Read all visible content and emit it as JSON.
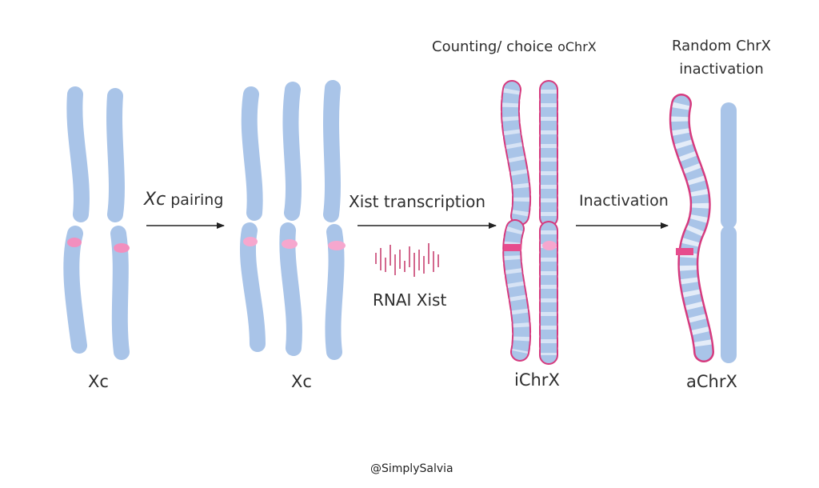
{
  "stage1": {
    "caption": "Xc"
  },
  "step1": {
    "label_italic": "Xc",
    "label_rest": " pairing"
  },
  "stage2": {
    "caption": "Xc"
  },
  "step2": {
    "label": "Xist transcription",
    "rnai_label": "RNAI Xist"
  },
  "stage3": {
    "heading_a": "Counting/ choice ",
    "heading_b": "oChrX",
    "caption": "iChrX"
  },
  "step3": {
    "label": "Inactivation"
  },
  "stage4": {
    "heading_line1": "Random ChrX",
    "heading_line2": "inactivation",
    "caption": "aChrX"
  },
  "credit": "@SimplySalvia",
  "colors": {
    "chromosome": "#a9c4e8",
    "chromosome_light": "#d7e3f5",
    "centromere": "#f28fbe",
    "centromere_strong": "#e64c8d",
    "outline": "#d63a7e",
    "rna": "#c0285e",
    "arrow": "#222222"
  }
}
